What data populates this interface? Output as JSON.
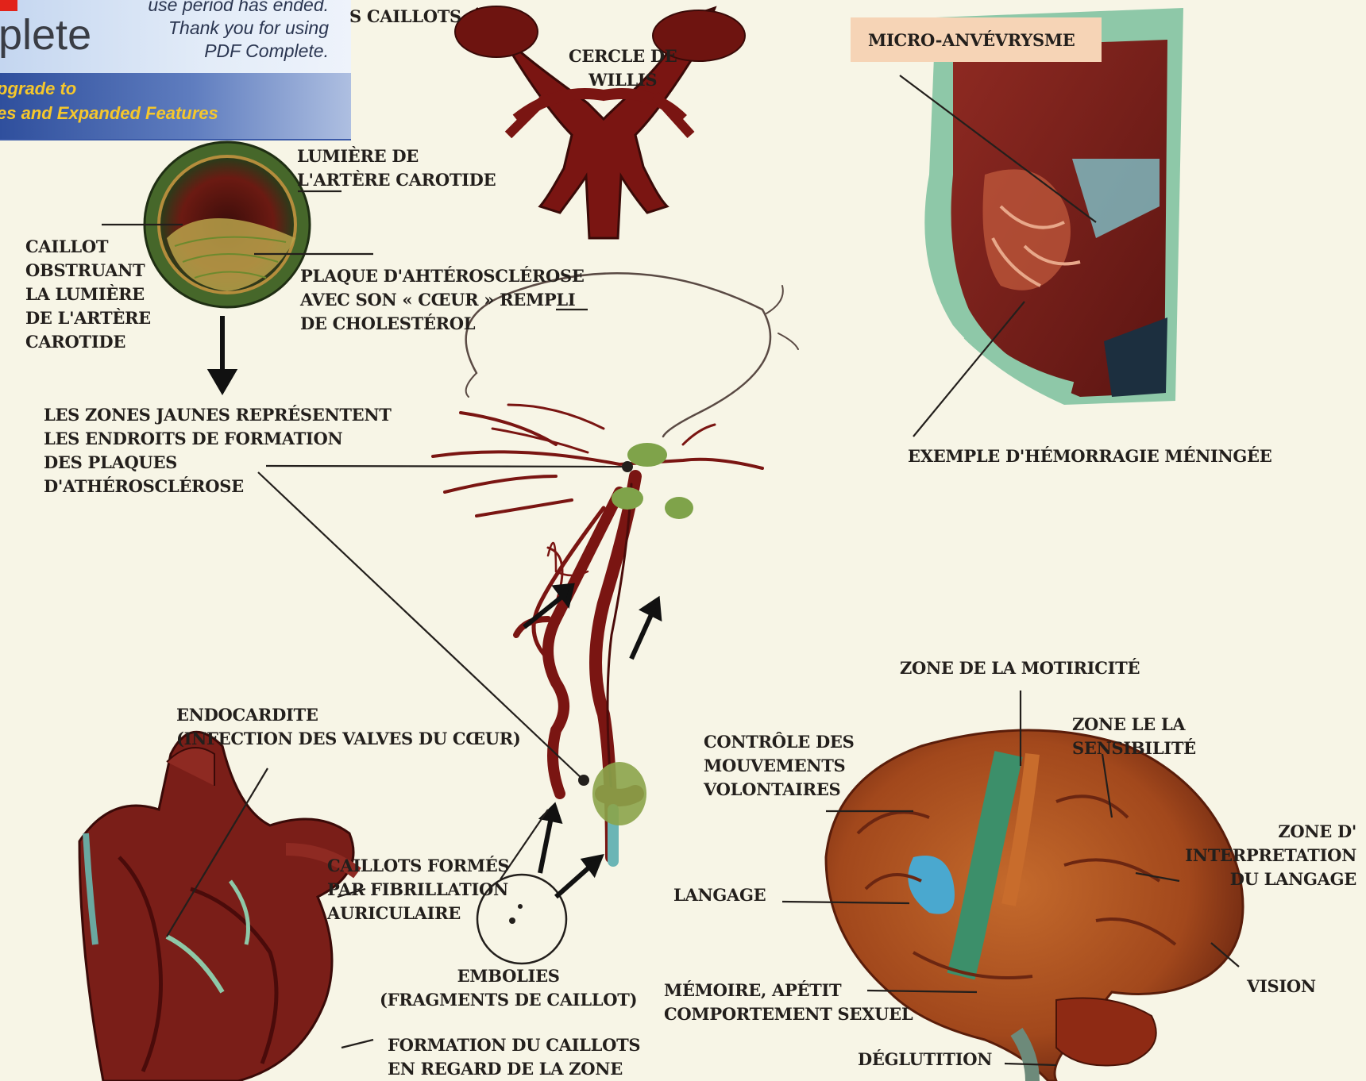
{
  "banner": {
    "brand": "plete",
    "note_lines": [
      "use period has ended.",
      "Thank you for using",
      "PDF Complete."
    ],
    "upgrade_lines": [
      "pgrade to",
      "es and Expanded Features"
    ],
    "colors": {
      "band": "#2f4f9d",
      "accent": "#f5c72c",
      "logo_red": "#e2231a"
    }
  },
  "labels": {
    "caillots_top": "S CAILLOTS",
    "cercle": [
      "CERCLE DE",
      "WILLIS"
    ],
    "micro": "MICRO-ANVÉVRYSME",
    "lumiere": [
      "LUMIÈRE DE",
      "L'ARTÈRE CAROTIDE"
    ],
    "caillot_obstruant": [
      "CAILLOT",
      "OBSTRUANT",
      "LA LUMIÈRE",
      "DE L'ARTÈRE",
      "CAROTIDE"
    ],
    "plaque": [
      "PLAQUE D'AHTÉROSCLÉROSE",
      "AVEC SON « CŒUR » REMPLI",
      "DE CHOLESTÉROL"
    ],
    "zones_jaunes": [
      "LES ZONES JAUNES REPRÉSENTENT",
      "LES ENDROITS DE FORMATION",
      "DES PLAQUES",
      "D'ATHÉROSCLÉROSE"
    ],
    "hemorragie": "EXEMPLE D'HÉMORRAGIE MÉNINGÉE",
    "motricite": "ZONE DE LA MOTIRICITÉ",
    "sensibilite": [
      "ZONE LE LA",
      "SENSIBILITÉ"
    ],
    "controle": [
      "CONTRÔLE DES",
      "MOUVEMENTS",
      "VOLONTAIRES"
    ],
    "interpretation": [
      "ZONE D'",
      "INTERPRETATION",
      "DU LANGAGE"
    ],
    "endocardite": [
      "ENDOCARDITE",
      "(INFECTION DES VALVES DU CŒUR)"
    ],
    "caillots_formes": [
      "CAILLOTS FORMÉS",
      "PAR FIBRILLATION",
      "AURICULAIRE"
    ],
    "langage": "LANGAGE",
    "embolies": [
      "EMBOLIES",
      "(FRAGMENTS DE CAILLOT)"
    ],
    "memoire": [
      "MÉMOIRE, APÉTIT",
      "COMPORTEMENT SEXUEL"
    ],
    "vision": "VISION",
    "formation": [
      "FORMATION DU CAILLOTS",
      "EN REGARD DE LA ZONE"
    ],
    "deglutition": "DÉGLUTITION"
  },
  "colors": {
    "background": "#f7f5e6",
    "artery": "#7a1512",
    "artery_dark": "#4a0b0a",
    "plaque_green": "#8ba44a",
    "brain_orange": "#b4541f",
    "motor_strip": "#3c8f6a",
    "language_blue": "#4aa8cf",
    "label_box": "#f6d4b6",
    "text": "#231f1c"
  }
}
